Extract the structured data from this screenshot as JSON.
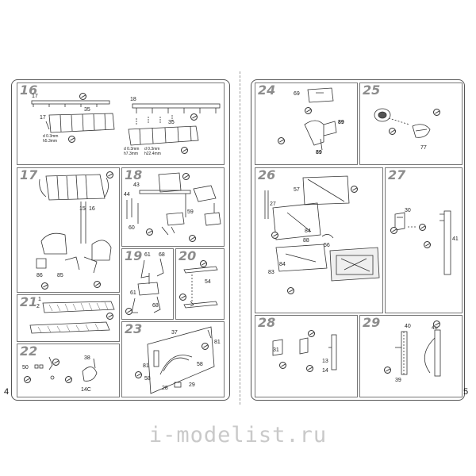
{
  "pages": [
    {
      "page_number": "4",
      "steps": [
        {
          "number": "16",
          "labels": [
            "17",
            "35",
            "17",
            "d 0.3mm",
            "h5.3mm",
            "18",
            "35",
            "d 0.3mm",
            "h7.3mm",
            "d 0.3mm",
            "h22.4mm"
          ]
        },
        {
          "number": "17",
          "labels": [
            "15",
            "16",
            "86",
            "85"
          ]
        },
        {
          "number": "18",
          "labels": [
            "43",
            "44",
            "59",
            "60"
          ]
        },
        {
          "number": "19",
          "labels": [
            "61",
            "68",
            "61",
            "68"
          ]
        },
        {
          "number": "20",
          "labels": [
            "54"
          ]
        },
        {
          "number": "21",
          "labels": [
            "1",
            "2"
          ]
        },
        {
          "number": "22",
          "labels": [
            "50",
            "38",
            "14C"
          ]
        },
        {
          "number": "23",
          "labels": [
            "37",
            "81",
            "81",
            "58",
            "58",
            "28",
            "29"
          ]
        }
      ]
    },
    {
      "page_number": "5",
      "steps": [
        {
          "number": "24",
          "labels": [
            "69",
            "89",
            "89"
          ]
        },
        {
          "number": "25",
          "labels": [
            "77"
          ]
        },
        {
          "number": "26",
          "labels": [
            "57",
            "27",
            "84",
            "88",
            "56",
            "83",
            "84"
          ]
        },
        {
          "number": "27",
          "labels": [
            "30",
            "41"
          ]
        },
        {
          "number": "28",
          "labels": [
            "31",
            "13",
            "14"
          ]
        },
        {
          "number": "29",
          "labels": [
            "40",
            "40",
            "39"
          ]
        }
      ]
    }
  ],
  "watermark": "i-modelist.ru"
}
